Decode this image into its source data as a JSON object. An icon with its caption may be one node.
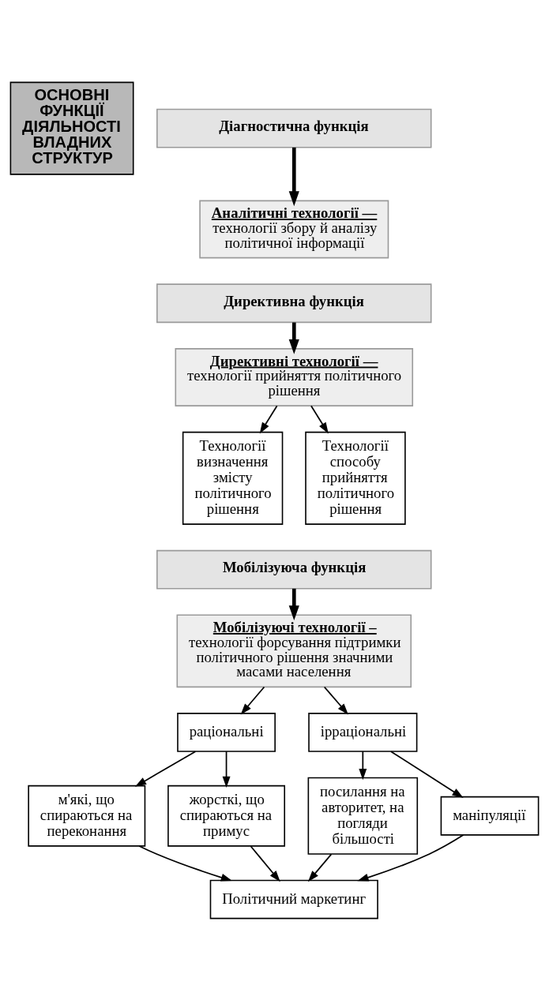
{
  "diagram": {
    "nodes": [
      {
        "text": [
          "ОСНОВНІ ФУНКЦІЇ ДІЯЛЬНОСТІ ВЛАДНИХ СТРУКТУР"
        ]
      },
      {
        "text": [
          "Діагностична функція"
        ]
      },
      {
        "text": [
          "Аналітичні технології —",
          "технології збору й аналізу політичної інформації"
        ]
      },
      {
        "text": [
          "Директивна функція"
        ]
      },
      {
        "text": [
          "Директивні технології —",
          "технології прийняття політичного рішення"
        ]
      },
      {
        "text": [
          "Технології визначення змісту політичного рішення"
        ]
      },
      {
        "text": [
          "Технології способу прийняття політичного рішення"
        ]
      },
      {
        "text": [
          "Мобілізуюча функція"
        ]
      },
      {
        "text": [
          "Мобілізуючі технології –",
          "технології форсування підтримки політичного рішення значними масами населення"
        ]
      },
      {
        "text": [
          "раціональні"
        ]
      },
      {
        "text": [
          "ірраціональні"
        ]
      },
      {
        "text": [
          "м'які, що спираються на переконання"
        ]
      },
      {
        "text": [
          "жорсткі, що спираються на примус"
        ]
      },
      {
        "text": [
          "посилання на авторитет, на погляди більшості"
        ]
      },
      {
        "text": [
          "маніпуляції"
        ]
      },
      {
        "text": [
          "Політичний маркетинг"
        ]
      }
    ],
    "edges": [
      {
        "from": 1,
        "to": 2,
        "arrow": "to",
        "style": "thick"
      },
      {
        "from": 3,
        "to": 4,
        "arrow": "to",
        "style": "thick"
      },
      {
        "from": 4,
        "to": 5,
        "arrow": "to"
      },
      {
        "from": 4,
        "to": 6,
        "arrow": "to"
      },
      {
        "from": 7,
        "to": 8,
        "arrow": "to",
        "style": "thick"
      },
      {
        "from": 8,
        "to": 9,
        "arrow": "to"
      },
      {
        "from": 8,
        "to": 10,
        "arrow": "to"
      },
      {
        "from": 9,
        "to": 11,
        "arrow": "to"
      },
      {
        "from": 9,
        "to": 12,
        "arrow": "to"
      },
      {
        "from": 10,
        "to": 13,
        "arrow": "to"
      },
      {
        "from": 10,
        "to": 14,
        "arrow": "to"
      },
      {
        "from": 11,
        "to": 15,
        "arrow": "to"
      },
      {
        "from": 12,
        "to": 15,
        "arrow": "to"
      },
      {
        "from": 13,
        "to": 15,
        "arrow": "to"
      },
      {
        "from": 14,
        "to": 15,
        "arrow": "to"
      }
    ]
  }
}
